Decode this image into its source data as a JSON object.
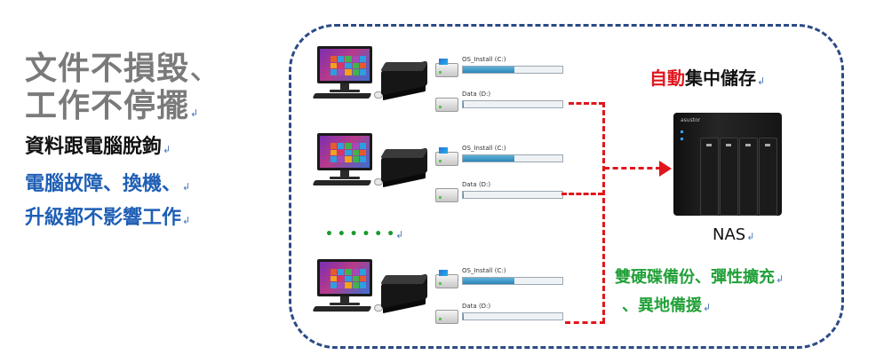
{
  "left_text": {
    "line1": "文件不損毀",
    "line1_suffix": "、",
    "line2": "工作不停擺",
    "line3": "資料跟電腦脫鉤",
    "line4": "電腦故障、換機、",
    "line5": "升級都不影響工作"
  },
  "paragraph_mark": "↲",
  "ellipsis": "• • • • • •",
  "computers": [
    {
      "drives": [
        {
          "label": "OS_Install (C:)",
          "fill": 0.52,
          "type": "os"
        },
        {
          "label": "Data (D:)",
          "fill": 0.01,
          "type": "data"
        }
      ]
    },
    {
      "drives": [
        {
          "label": "OS_Install (C:)",
          "fill": 0.52,
          "type": "os"
        },
        {
          "label": "Data (D:)",
          "fill": 0.01,
          "type": "data"
        }
      ]
    },
    {
      "drives": [
        {
          "label": "OS_Install (C:)",
          "fill": 0.52,
          "type": "os"
        },
        {
          "label": "Data (D:)",
          "fill": 0.01,
          "type": "data"
        }
      ]
    }
  ],
  "storage_title": {
    "red": "自動",
    "black": "集中儲存"
  },
  "nas_brand": "asustor",
  "nas_label": "NAS",
  "green_text": {
    "line1": "雙硬碟備份、彈性擴充",
    "line2": "、異地備援"
  },
  "colors": {
    "frame": "#2b4a86",
    "arrow": "#e0161c",
    "gray_heading": "#7a7a7a",
    "blue_text": "#1f5fb5",
    "green_text": "#21a038",
    "red_text": "#e0161c",
    "dots": "#1a9a2e"
  }
}
